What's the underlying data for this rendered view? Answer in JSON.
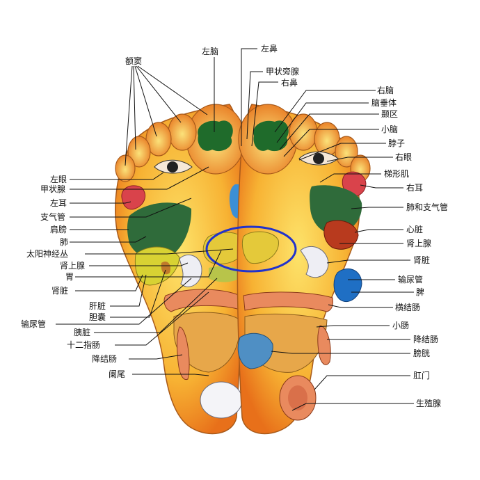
{
  "labels": {
    "sinus": "额窦",
    "left_brain_top": "左脑",
    "left_nose": "左鼻",
    "parathyroid": "甲状旁腺",
    "right_nose": "右鼻",
    "right_brain": "右脑",
    "pituitary": "脑垂体",
    "temporal": "颞区",
    "cerebellum": "小脑",
    "neck": "脖子",
    "right_eye": "右眼",
    "trapezius": "梯形肌",
    "right_ear": "右耳",
    "lung_bronchus": "肺和支气管",
    "heart": "心脏",
    "adrenal_right": "肾上腺",
    "kidney_right": "肾脏",
    "ureter_right": "输尿管",
    "spleen": "脾",
    "transverse_colon": "横结肠",
    "small_intestine": "小肠",
    "descending_colon_right": "降结肠",
    "bladder": "膀胱",
    "anus": "肛门",
    "reproductive": "生殖腺",
    "left_eye": "左眼",
    "thyroid": "甲状腺",
    "left_ear": "左耳",
    "bronchus": "支气管",
    "shoulder": "肩膀",
    "lung": "肺",
    "solar_plexus": "太阳神经丛",
    "adrenal_left": "肾上腺",
    "stomach": "胃",
    "kidney_left": "肾脏",
    "liver": "肝脏",
    "gallbladder": "胆囊",
    "ureter_left": "输尿管",
    "pancreas": "胰脏",
    "duodenum": "十二指肠",
    "descending_colon_left": "降结肠",
    "appendix": "阑尾"
  },
  "colors": {
    "sole_base": "#f5a623",
    "sole_light": "#fde36a",
    "lung": "#2f6b3a",
    "brain": "#1f6b2b",
    "intestine": "#e98a5e",
    "kidney": "#e8e8ef",
    "spleen": "#1f6fc4",
    "stomach": "#e6d64a",
    "pancreas": "#c9cf5a",
    "highlight": "#2233cc",
    "heart": "#b83a1e"
  }
}
